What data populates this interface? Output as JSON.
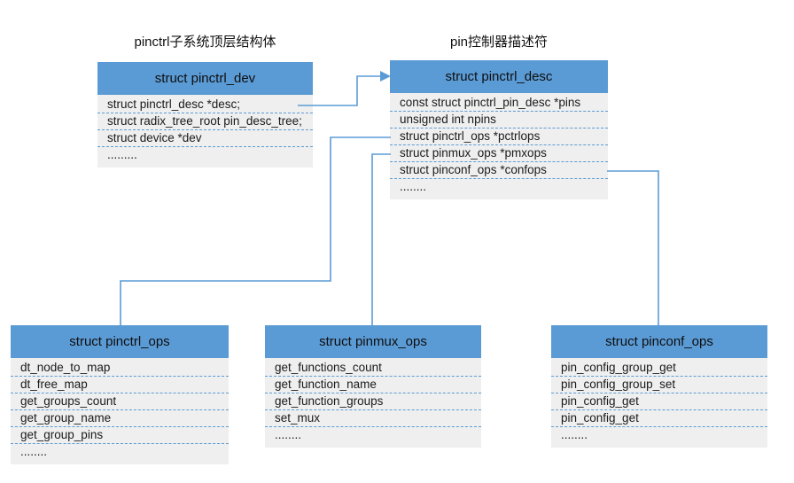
{
  "colors": {
    "header": "#5b9bd5",
    "body": "#efefef",
    "sep": "#5b9bd5",
    "line": "#5b9bd5",
    "text": "#1a1a1a"
  },
  "labels": {
    "pinctrl_dev": "pinctrl子系统顶层结构体",
    "pinctrl_desc": "pin控制器描述符"
  },
  "boxes": {
    "pinctrl_dev": {
      "title": "struct pinctrl_dev",
      "fields": [
        "struct pinctrl_desc *desc;",
        "struct radix_tree_root pin_desc_tree;",
        "struct device *dev",
        "........."
      ]
    },
    "pinctrl_desc": {
      "title": "struct pinctrl_desc",
      "fields": [
        "const struct pinctrl_pin_desc *pins",
        "unsigned int npins",
        "struct pinctrl_ops *pctrlops",
        "struct pinmux_ops *pmxops",
        "struct pinconf_ops *confops",
        "........"
      ]
    },
    "pinctrl_ops": {
      "title": "struct pinctrl_ops",
      "fields": [
        "dt_node_to_map",
        "dt_free_map",
        "get_groups_count",
        "get_group_name",
        "get_group_pins",
        "........"
      ]
    },
    "pinmux_ops": {
      "title": "struct pinmux_ops",
      "fields": [
        "get_functions_count",
        "get_function_name",
        "get_function_groups",
        "set_mux",
        "........"
      ]
    },
    "pinconf_ops": {
      "title": "struct pinconf_ops",
      "fields": [
        "pin_config_group_get",
        "pin_config_group_set",
        "pin_config_get",
        "pin_config_get",
        "........"
      ]
    }
  }
}
